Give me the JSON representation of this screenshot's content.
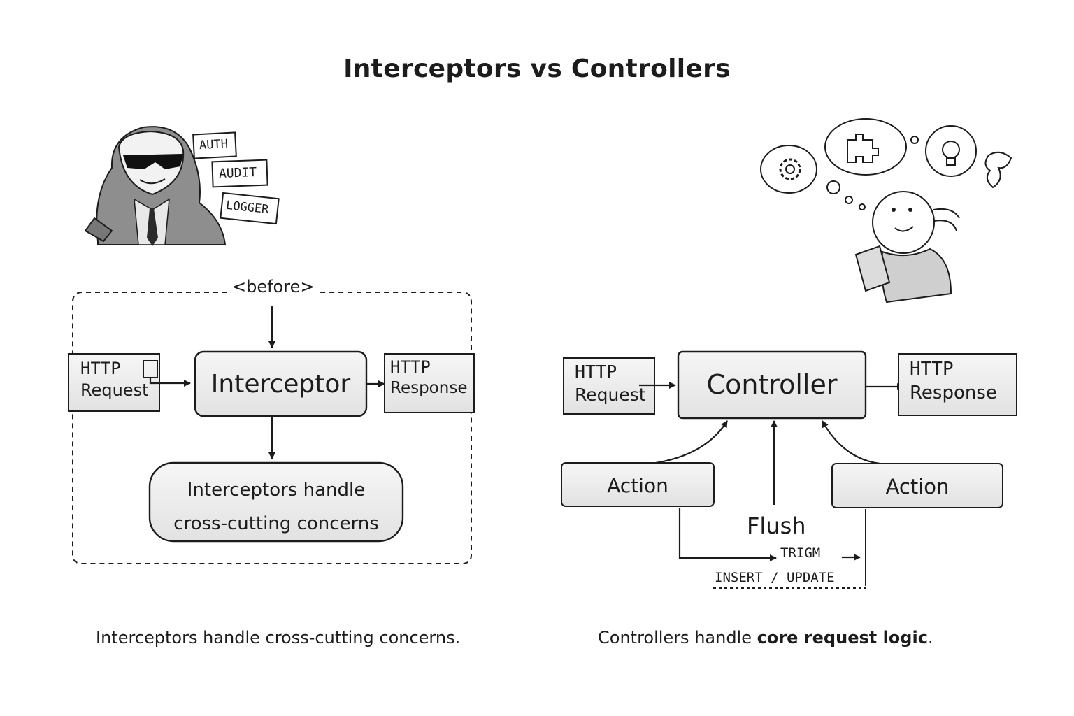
{
  "title": "Interceptors vs Controllers",
  "interceptor_side": {
    "tags": [
      "AUTH",
      "AUDIT",
      "LOGGER"
    ],
    "before_label": "<before>",
    "request": {
      "line1": "HTTP",
      "line2": "Request"
    },
    "interceptor_label": "Interceptor",
    "response": {
      "line1": "HTTP",
      "line2": "Response"
    },
    "note": {
      "line1": "Interceptors handle",
      "line2": "cross-cutting concerns"
    },
    "caption": "Interceptors handle cross-cutting concerns."
  },
  "controller_side": {
    "request": {
      "line1": "HTTP",
      "line2": "Request"
    },
    "controller_label": "Controller",
    "response": {
      "line1": "HTTP",
      "line2": "Response"
    },
    "action_left": "Action",
    "action_right": "Action",
    "flush": "Flush",
    "trigm": "TRIGM",
    "insert_update": "INSERT / UPDATE",
    "caption_prefix": "Controllers handle ",
    "caption_bold": "core request logic",
    "caption_suffix": "."
  },
  "colors": {
    "ink": "#1c1c1c",
    "box_fill": "#ececec",
    "shade": "#9a9a9a"
  },
  "icons": [
    "hooded-spy-illustration",
    "thinking-developer-illustration",
    "gear-icon",
    "puzzle-icon",
    "lightbulb-icon"
  ]
}
